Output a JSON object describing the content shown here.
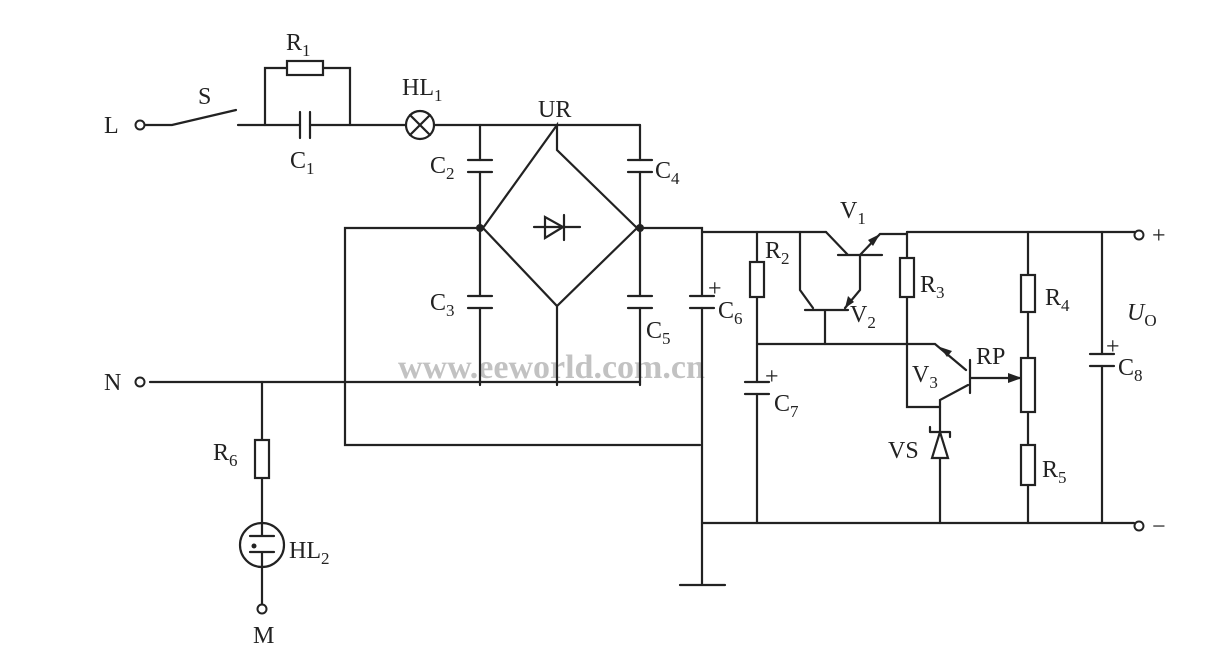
{
  "title": "Capacitor-dropper regulated DC power supply schematic",
  "watermark": "www.eeworld.com.cn",
  "labels": {
    "L": {
      "base": "L"
    },
    "N": {
      "base": "N"
    },
    "M": {
      "base": "M"
    },
    "S": {
      "base": "S"
    },
    "R1": {
      "base": "R",
      "sub": "1"
    },
    "C1": {
      "base": "C",
      "sub": "1"
    },
    "HL1": {
      "base": "HL",
      "sub": "1"
    },
    "UR": {
      "base": "UR"
    },
    "C2": {
      "base": "C",
      "sub": "2"
    },
    "C3": {
      "base": "C",
      "sub": "3"
    },
    "C4": {
      "base": "C",
      "sub": "4"
    },
    "C5": {
      "base": "C",
      "sub": "5"
    },
    "C6": {
      "base": "C",
      "sub": "6"
    },
    "C7": {
      "base": "C",
      "sub": "7"
    },
    "C8": {
      "base": "C",
      "sub": "8"
    },
    "R2": {
      "base": "R",
      "sub": "2"
    },
    "R3": {
      "base": "R",
      "sub": "3"
    },
    "R4": {
      "base": "R",
      "sub": "4"
    },
    "R5": {
      "base": "R",
      "sub": "5"
    },
    "R6": {
      "base": "R",
      "sub": "6"
    },
    "V1": {
      "base": "V",
      "sub": "1"
    },
    "V2": {
      "base": "V",
      "sub": "2"
    },
    "V3": {
      "base": "V",
      "sub": "3"
    },
    "RP": {
      "base": "RP"
    },
    "VS": {
      "base": "VS"
    },
    "HL2": {
      "base": "HL",
      "sub": "2"
    },
    "UO": {
      "base": "U",
      "sub": "O"
    },
    "plus": {
      "base": "+"
    },
    "minus": {
      "base": "−"
    },
    "cap_plus": "+"
  }
}
